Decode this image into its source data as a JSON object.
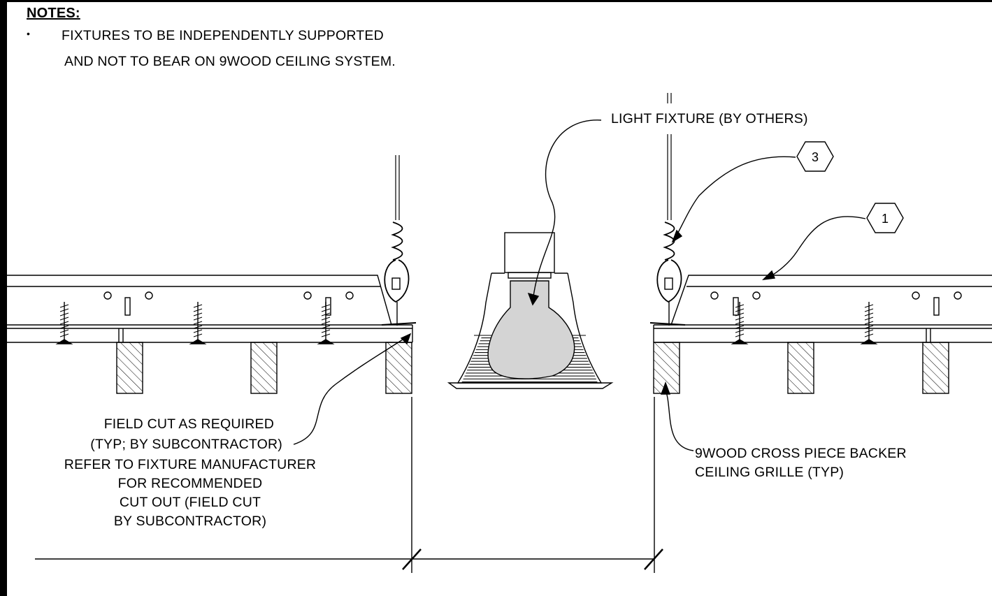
{
  "notes": {
    "heading": "NOTES:",
    "bullet": "•",
    "line_1": "FIXTURES TO BE INDEPENDENTLY SUPPORTED",
    "line_2": "AND NOT TO BEAR ON 9WOOD CEILING SYSTEM."
  },
  "callouts": {
    "light_fixture": "LIGHT FIXTURE (BY OTHERS)",
    "field_cut_1": "FIELD CUT AS REQUIRED",
    "field_cut_2": "(TYP; BY SUBCONTRACTOR)",
    "refer_1": "REFER TO FIXTURE MANUFACTURER",
    "refer_2": "FOR RECOMMENDED",
    "refer_3": "CUT OUT (FIELD CUT",
    "refer_4": "BY SUBCONTRACTOR)",
    "cross_piece_1": "9WOOD CROSS PIECE BACKER",
    "cross_piece_2": "CEILING GRILLE (TYP)"
  },
  "tags": {
    "tag_3": "3",
    "tag_1": "1"
  },
  "colors": {
    "line": "#000000",
    "fill_gray": "#d4d4d4",
    "background": "#ffffff"
  }
}
